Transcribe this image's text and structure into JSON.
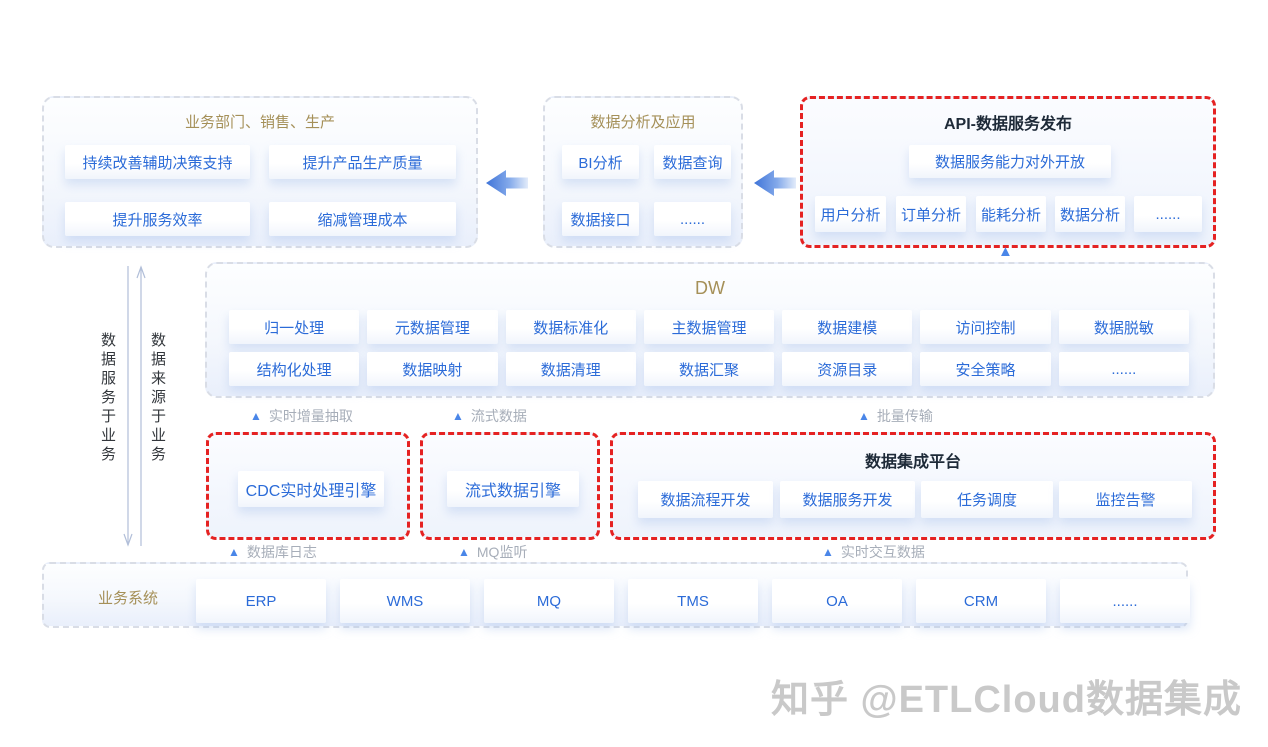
{
  "colors": {
    "accent_blue": "#2b6bd8",
    "gold_title": "#a59058",
    "red_border": "#e52222",
    "gray_border": "#d9dde6",
    "label_gray": "#a7aeb9",
    "triangle_blue": "#4a86e8"
  },
  "top": {
    "business": {
      "title": "业务部门、销售、生产",
      "items": [
        "持续改善辅助决策支持",
        "提升产品生产质量",
        "提升服务效率",
        "缩减管理成本"
      ]
    },
    "analysis": {
      "title": "数据分析及应用",
      "items": [
        "BI分析",
        "数据查询",
        "数据接口",
        "......"
      ]
    },
    "api": {
      "title": "API-数据服务发布",
      "capability": "数据服务能力对外开放",
      "items": [
        "用户分析",
        "订单分析",
        "能耗分析",
        "数据分析",
        "......"
      ]
    }
  },
  "dw": {
    "title": "DW",
    "row1": [
      "归一处理",
      "元数据管理",
      "数据标准化",
      "主数据管理",
      "数据建模",
      "访问控制",
      "数据脱敏"
    ],
    "row2": [
      "结构化处理",
      "数据映射",
      "数据清理",
      "数据汇聚",
      "资源目录",
      "安全策略",
      "......"
    ]
  },
  "middle": {
    "cdc": {
      "label": "CDC实时处理引擎"
    },
    "stream": {
      "label": "流式数据引擎"
    },
    "integration": {
      "title": "数据集成平台",
      "items": [
        "数据流程开发",
        "数据服务开发",
        "任务调度",
        "监控告警"
      ]
    }
  },
  "flow": {
    "upper": [
      "实时增量抽取",
      "流式数据",
      "批量传输"
    ],
    "lower": [
      "数据库日志",
      "MQ监听",
      "实时交互数据"
    ]
  },
  "bottom": {
    "title": "业务系统",
    "items": [
      "ERP",
      "WMS",
      "MQ",
      "TMS",
      "OA",
      "CRM",
      "......"
    ]
  },
  "side": {
    "left": "数据服务于业务",
    "right": "数据来源于业务"
  },
  "watermark": "知乎 @ETLCloud数据集成"
}
